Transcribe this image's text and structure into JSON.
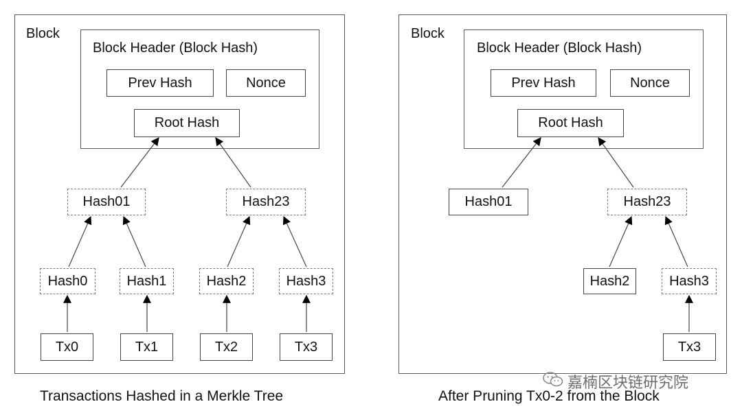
{
  "left": {
    "block_label": "Block",
    "header_label": "Block Header (Block Hash)",
    "prev_hash": "Prev Hash",
    "nonce": "Nonce",
    "root_hash": "Root Hash",
    "hash01": "Hash01",
    "hash23": "Hash23",
    "hash0": "Hash0",
    "hash1": "Hash1",
    "hash2": "Hash2",
    "hash3": "Hash3",
    "tx0": "Tx0",
    "tx1": "Tx1",
    "tx2": "Tx2",
    "tx3": "Tx3",
    "caption": "Transactions Hashed in a Merkle Tree"
  },
  "right": {
    "block_label": "Block",
    "header_label": "Block Header (Block Hash)",
    "prev_hash": "Prev Hash",
    "nonce": "Nonce",
    "root_hash": "Root Hash",
    "hash01": "Hash01",
    "hash23": "Hash23",
    "hash2": "Hash2",
    "hash3": "Hash3",
    "tx3": "Tx3",
    "caption": "After Pruning Tx0-2 from the Block"
  },
  "watermark": {
    "text": "嘉楠区块链研究院",
    "icon": "wechat-icon"
  }
}
